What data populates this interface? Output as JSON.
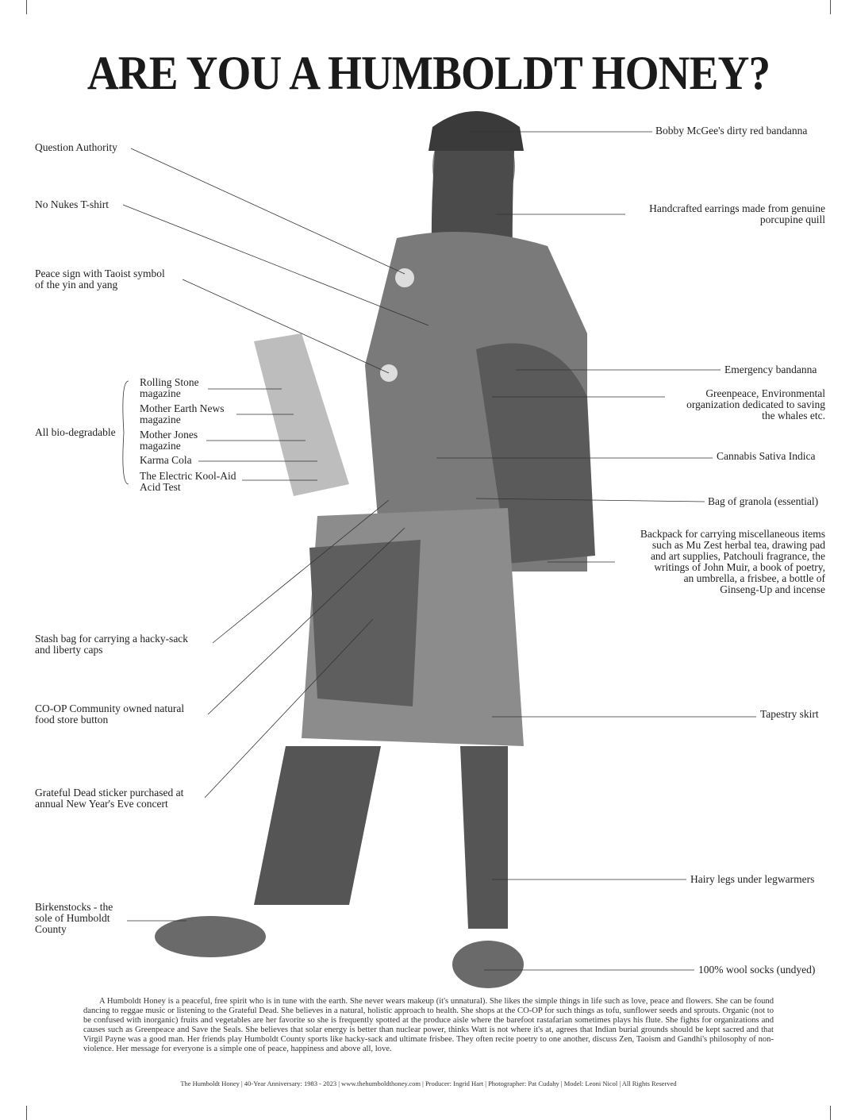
{
  "title": "ARE YOU A HUMBOLDT HONEY?",
  "left_labels": {
    "question_authority": "Question Authority",
    "no_nukes": "No Nukes T-shirt",
    "peace_sign_1": "Peace sign with Taoist symbol",
    "peace_sign_2": "of the yin and yang",
    "bio": "All bio-degradable",
    "rolling_stone_1": "Rolling Stone",
    "rolling_stone_2": "magazine",
    "mother_earth_1": "Mother Earth News",
    "mother_earth_2": "magazine",
    "mother_jones_1": "Mother Jones",
    "mother_jones_2": "magazine",
    "karma_cola": "Karma Cola",
    "kool_aid_1": "The Electric Kool-Aid",
    "kool_aid_2": "Acid Test",
    "stash_1": "Stash bag for carrying a hacky-sack",
    "stash_2": "and liberty caps",
    "coop_1": "CO-OP Community owned natural",
    "coop_2": "food store button",
    "dead_1": "Grateful Dead sticker purchased at",
    "dead_2": "annual New Year's Eve concert",
    "birk_1": "Birkenstocks - the",
    "birk_2": "sole of Humboldt",
    "birk_3": "County"
  },
  "right_labels": {
    "bandanna": "Bobby McGee's dirty red bandanna",
    "earrings_1": "Handcrafted earrings made from genuine",
    "earrings_2": "porcupine quill",
    "emergency": "Emergency bandanna",
    "greenpeace_1": "Greenpeace, Environmental",
    "greenpeace_2": "organization dedicated to saving",
    "greenpeace_3": "the whales etc.",
    "cannabis": "Cannabis Sativa Indica",
    "granola": "Bag of granola (essential)",
    "backpack_1": "Backpack for carrying miscellaneous items",
    "backpack_2": "such as Mu Zest herbal tea, drawing pad",
    "backpack_3": "and art supplies, Patchouli fragrance, the",
    "backpack_4": "writings of John Muir, a book of poetry,",
    "backpack_5": "an umbrella, a frisbee, a bottle of",
    "backpack_6": "Ginseng-Up and incense",
    "skirt": "Tapestry skirt",
    "legs": "Hairy legs under legwarmers",
    "socks": "100% wool socks (undyed)"
  },
  "blurb": "A Humboldt Honey is a peaceful, free spirit who is in tune with the earth. She never wears makeup (it's unnatural). She likes the simple things in life such as love, peace and flowers. She can be found dancing to reggae music or listening to the Grateful Dead. She believes in a natural, holistic approach to health. She shops at the CO-OP for such things as tofu, sunflower seeds and sprouts. Organic (not to be confused with inorganic) fruits and vegetables are her favorite so she is frequently spotted at the produce aisle where the barefoot rastafarian sometimes plays his flute. She fights for organizations and causes such as Greenpeace and Save the Seals. She believes that solar energy is better than nuclear power, thinks Watt is not where it's at, agrees that Indian burial grounds should be kept sacred and that Virgil Payne was a good man. Her friends play Humboldt County sports like hacky-sack and ultimate frisbee. They often recite poetry to one another, discuss Zen, Taoism and Gandhi's philosophy of non-violence. Her message for everyone is a simple one of peace, happiness and above all, love.",
  "footer": "The Humboldt Honey | 40-Year Anniversary: 1983 - 2023 | www.thehumboldthoney.com | Producer: Ingrid Hart | Photographer: Pat Cudahy | Model: Leoni Nicol | All Rights Reserved"
}
